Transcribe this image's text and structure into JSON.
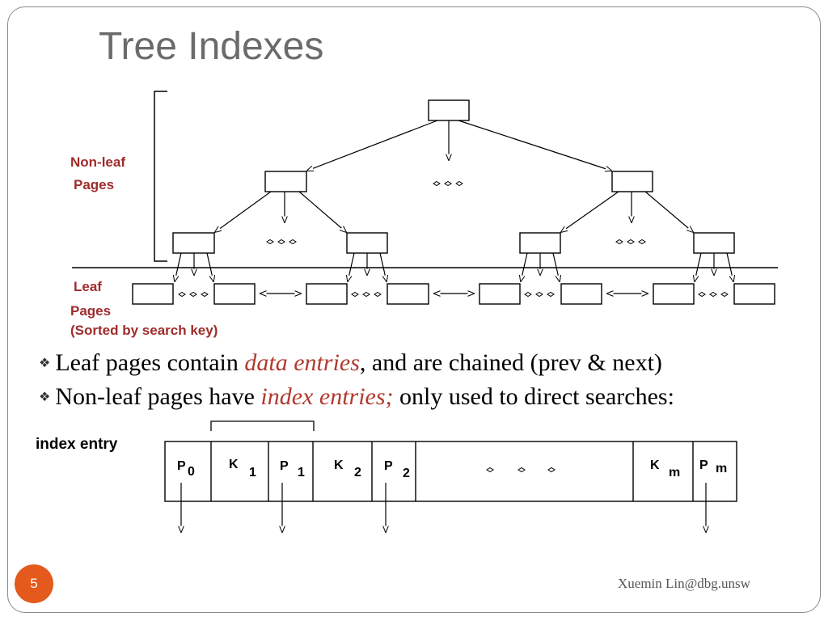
{
  "slide": {
    "title": "Tree Indexes",
    "page_number": "5",
    "footer": "Xuemin Lin@dbg.unsw"
  },
  "tree": {
    "nonleaf_label_line1": "Non-leaf",
    "nonleaf_label_line2": "Pages",
    "leaf_label_line1": "Leaf",
    "leaf_label_line2": "Pages",
    "leaf_label_line3": "(Sorted by search key)"
  },
  "bullets": [
    {
      "before": "Leaf pages contain ",
      "emph": "data entries",
      "after": ", and are chained (prev & next)"
    },
    {
      "before": "Non-leaf pages have ",
      "emph": "index entries;",
      "after": " only used to direct searches:"
    }
  ],
  "index_entry": {
    "label": "index entry",
    "cells": [
      {
        "main": "P",
        "sub": "0"
      },
      {
        "main": "K",
        "sub": "1"
      },
      {
        "main": "P",
        "sub": "1"
      },
      {
        "main": "K",
        "sub": "2"
      },
      {
        "main": "P",
        "sub": "2"
      },
      {
        "main": "K",
        "sub": "m"
      },
      {
        "main": "P",
        "sub": "m"
      }
    ]
  },
  "colors": {
    "accent_red": "#a02c2c",
    "badge": "#e35a1c",
    "title_gray": "#6b6b6b"
  }
}
